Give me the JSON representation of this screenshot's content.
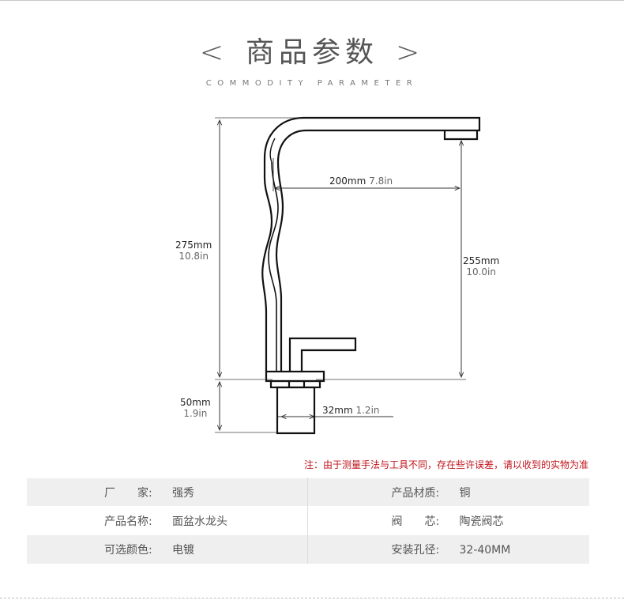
{
  "header": {
    "title": "商品参数",
    "chevron_left": "<",
    "chevron_right": ">",
    "subtitle": "COMMODITY PARAMETER"
  },
  "dimensions": {
    "reach": {
      "metric": "200mm",
      "imperial": "7.8in"
    },
    "total_height": {
      "metric": "275mm",
      "imperial": "10.8in"
    },
    "spout_height": {
      "metric": "255mm",
      "imperial": "10.0in"
    },
    "base_height": {
      "metric": "50mm",
      "imperial": "1.9in"
    },
    "base_diameter": {
      "metric": "32mm",
      "imperial": "1.2in"
    }
  },
  "note": "注：由于测量手法与工具不同，存在些许误差，请以收到的实物为准",
  "params": [
    {
      "left_label": "厂　　家:",
      "left_value": "强秀",
      "right_label": "产品材质:",
      "right_value": "铜"
    },
    {
      "left_label": "产品名称:",
      "left_value": "面盆水龙头",
      "right_label": "阀　　芯:",
      "right_value": "陶瓷阀芯"
    },
    {
      "left_label": "可选颜色:",
      "left_value": "电镀",
      "right_label": "安装孔径:",
      "right_value": "32-40MM"
    }
  ]
}
